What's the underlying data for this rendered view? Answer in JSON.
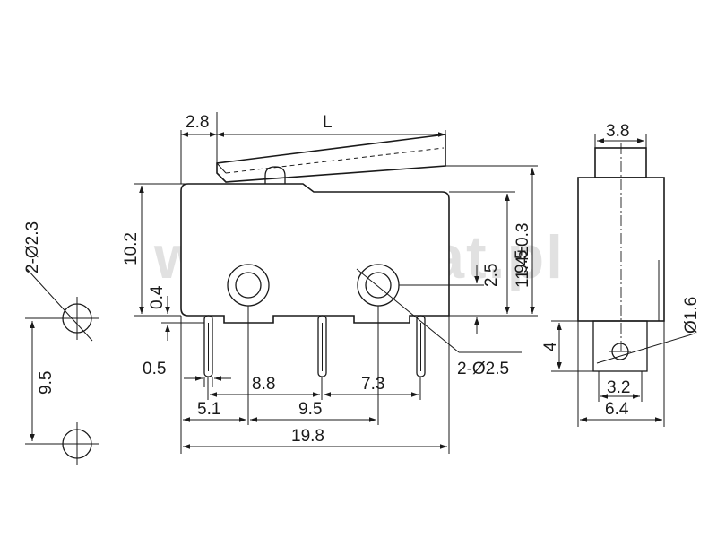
{
  "watermark": "www.elstat.pl",
  "pcb_view": {
    "hole_label": "2-Ø2.3",
    "spacing": "9.5"
  },
  "front_view": {
    "lever_offset": "2.8",
    "lever_length": "L",
    "body_height": "10.2",
    "actuator_height": "9.5",
    "overall_height": "11.4±0.3",
    "hole_offset": "2.5",
    "pin_standoff": "0.4",
    "pin_width": "0.5",
    "pin_pitch_a": "8.8",
    "pin_pitch_b": "7.3",
    "hole_edge": "5.1",
    "hole_spacing": "9.5",
    "body_length": "19.8",
    "hole_label": "2-Ø2.5"
  },
  "side_view": {
    "button_width": "3.8",
    "pin_hole": "Ø1.6",
    "pin_height": "4",
    "pin_spacing": "3.2",
    "body_width": "6.4"
  }
}
